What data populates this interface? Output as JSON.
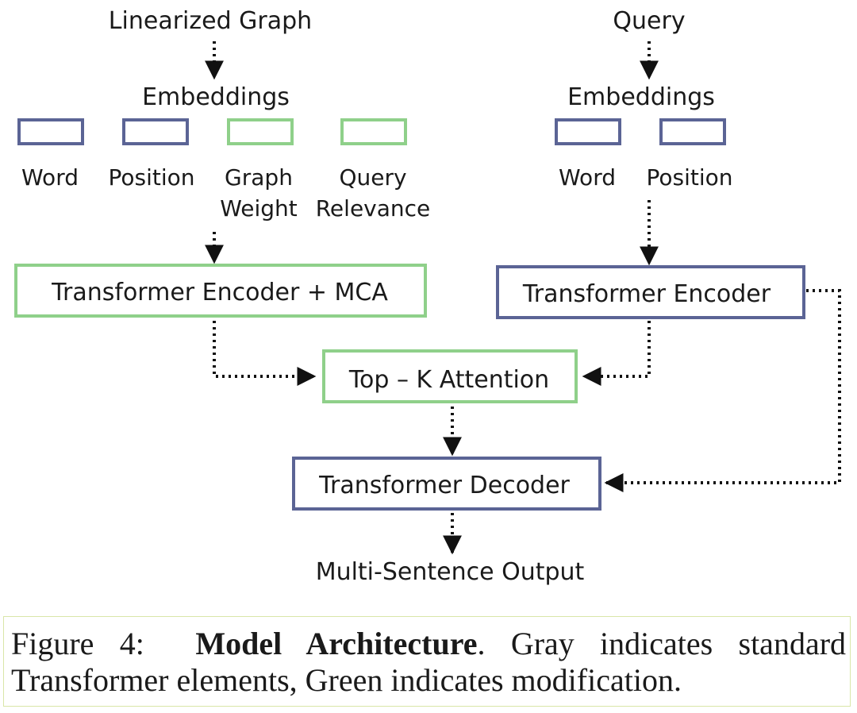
{
  "colors": {
    "gray_box": "#5b6495",
    "green_box": "#8fd08a",
    "arrow": "#111111"
  },
  "diagram": {
    "left_input": "Linearized Graph",
    "right_input": "Query",
    "left_embeddings_title": "Embeddings",
    "right_embeddings_title": "Embeddings",
    "left_embeddings": [
      {
        "label_line1": "Word",
        "label_line2": "",
        "kind": "standard"
      },
      {
        "label_line1": "Position",
        "label_line2": "",
        "kind": "standard"
      },
      {
        "label_line1": "Graph",
        "label_line2": "Weight",
        "kind": "modification"
      },
      {
        "label_line1": "Query",
        "label_line2": "Relevance",
        "kind": "modification"
      }
    ],
    "right_embeddings": [
      {
        "label_line1": "Word",
        "kind": "standard"
      },
      {
        "label_line1": "Position",
        "kind": "standard"
      }
    ],
    "graph_encoder": "Transformer Encoder + MCA",
    "query_encoder": "Transformer Encoder",
    "attention": "Top – K Attention",
    "decoder": "Transformer Decoder",
    "output": "Multi-Sentence Output"
  },
  "caption": {
    "figure_label": "Figure 4:",
    "title": "Model Architecture",
    "text": ". Gray indicates standard Transformer elements, Green indicates modification."
  }
}
